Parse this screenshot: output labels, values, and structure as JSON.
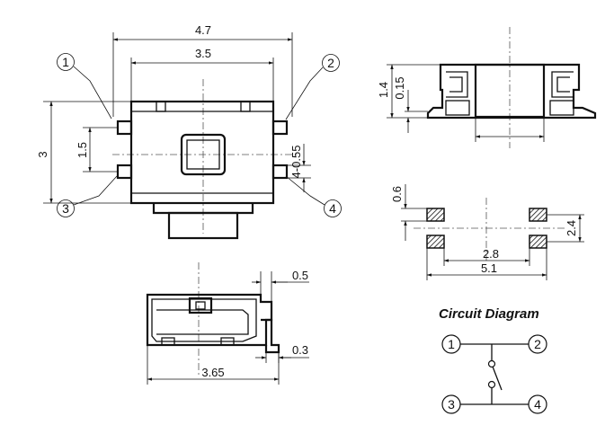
{
  "top_view": {
    "dim_overall_width": "4.7",
    "dim_body_width": "3.5",
    "dim_overall_height": "3",
    "dim_pin_pitch": "1.5",
    "dim_pin_width": "0.55",
    "dim_pin_width_prefix": "4-"
  },
  "pins": {
    "p1": "1",
    "p2": "2",
    "p3": "3",
    "p4": "4"
  },
  "side_view": {
    "dim_height": "1.4",
    "dim_standoff": "0.15"
  },
  "pad_layout": {
    "dim_pad": "0.6",
    "dim_pitch_y": "2.4",
    "dim_inner": "2.8",
    "dim_outer": "5.1"
  },
  "front_view": {
    "dim_top": "0.5",
    "dim_bottom": "0.3",
    "dim_width": "3.65"
  },
  "circuit": {
    "title": "Circuit Diagram",
    "n1": "1",
    "n2": "2",
    "n3": "3",
    "n4": "4"
  }
}
